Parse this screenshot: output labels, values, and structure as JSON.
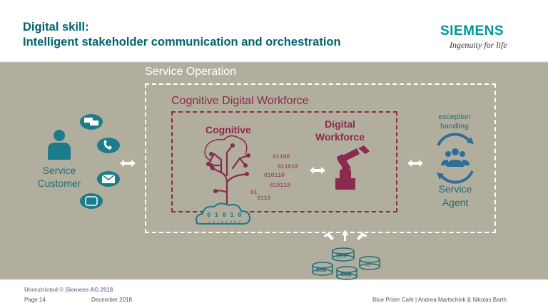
{
  "header": {
    "title_line1": "Digital skill:",
    "title_line2": "Intelligent stakeholder communication and orchestration",
    "logo_word": "SIEMENS",
    "logo_tagline": "Ingenuity for life"
  },
  "diagram": {
    "service_operation": "Service Operation",
    "cognitive_digital_workforce": "Cognitive Digital Workforce",
    "cognitive": "Cognitive",
    "digital": "Digital",
    "workforce": "Workforce",
    "service_customer_line1": "Service",
    "service_customer_line2": "Customer",
    "service_agent_line1": "Service",
    "service_agent_line2": "Agent",
    "exception_line1": "exception",
    "exception_line2": "handling",
    "binary": [
      "01100",
      "011010",
      "010110",
      "010110",
      "01",
      "0110"
    ],
    "cloud_bits": "0 1 0 1 0",
    "cloud_small": "1 0 1 0 1 0 0 0",
    "databases": [
      "ERP",
      "...",
      "SCD",
      "CMD"
    ]
  },
  "footer": {
    "unrestricted": "Unrestricted © Siemens AG 2018",
    "page": "Page 14",
    "date": "December 2018",
    "credit": "Blue Prism Café | Andrea Martschink & Nikolas Barth"
  },
  "colors": {
    "teal": "#009999",
    "dark_teal": "#00646e",
    "band": "#b2ae9e",
    "maroon": "#8a2a4e",
    "icon_teal": "#1c7c8a",
    "agent_blue": "#2f6e9a"
  }
}
